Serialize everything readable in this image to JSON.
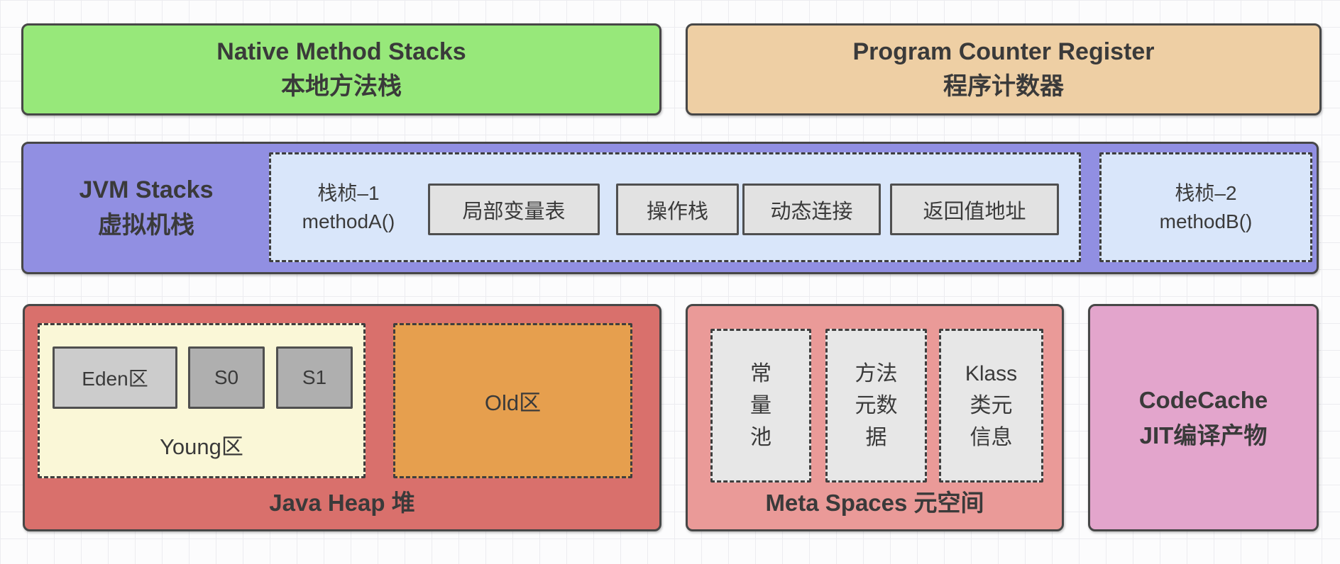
{
  "colors": {
    "native_stacks_bg": "#97E87A",
    "pc_register_bg": "#EECFA4",
    "jvm_stacks_bg": "#918FE2",
    "stack_frame_bg": "#D9E6FA",
    "slot_bg": "#E2E2E2",
    "java_heap_bg": "#D9706C",
    "young_bg": "#FAF7D7",
    "eden_bg": "#CCCCCC",
    "survivor_bg": "#AFAFAF",
    "old_bg": "#E69F4E",
    "meta_spaces_bg": "#EA9A98",
    "meta_cell_bg": "#E7E7E7",
    "code_cache_bg": "#E3A5CC",
    "border": "#474747",
    "text": "#3A3A3A"
  },
  "native_stacks": {
    "label": "Native Method Stacks\n本地方法栈"
  },
  "pc_register": {
    "label": "Program Counter Register\n程序计数器"
  },
  "jvm_stacks": {
    "label": "JVM Stacks\n虚拟机栈",
    "frame_1": {
      "label": "栈桢–1\nmethodA()",
      "slots": [
        "局部变量表",
        "操作栈",
        "动态连接",
        "返回值地址"
      ]
    },
    "frame_2": {
      "label": "栈桢–2\nmethodB()"
    }
  },
  "java_heap": {
    "label": "Java Heap 堆",
    "young": {
      "label": "Young区",
      "regions": [
        "Eden区",
        "S0",
        "S1"
      ]
    },
    "old": {
      "label": "Old区"
    }
  },
  "meta_spaces": {
    "label": "Meta Spaces 元空间",
    "cells": [
      "常\n量\n池",
      "方法\n元数\n据",
      "Klass\n类元\n信息"
    ]
  },
  "code_cache": {
    "label": "CodeCache\nJIT编译产物"
  }
}
